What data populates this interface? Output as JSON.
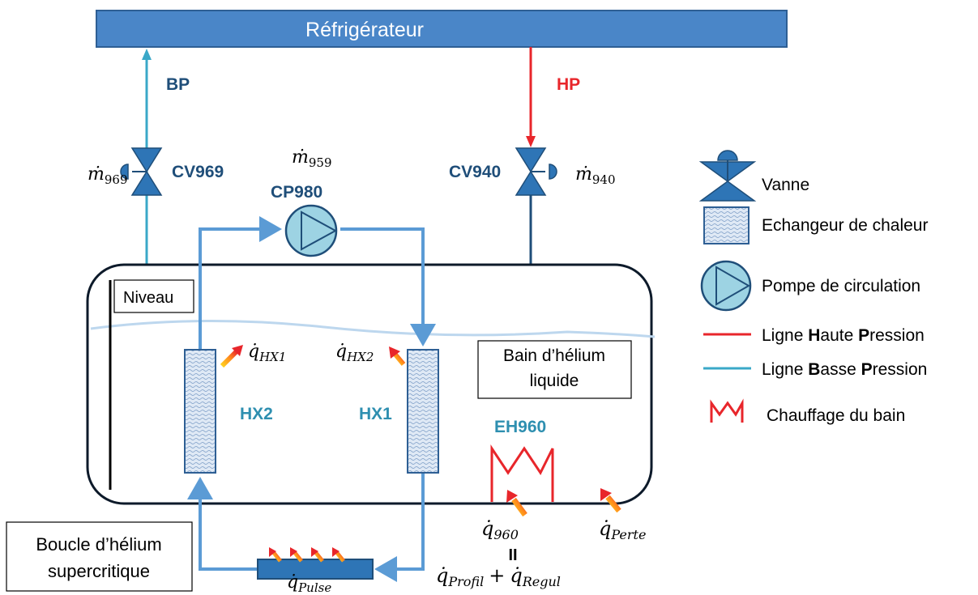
{
  "refrigerator": {
    "label": "Réfrigérateur"
  },
  "lines": {
    "low_pressure": "BP",
    "high_pressure": "HP"
  },
  "valves": {
    "cv969": {
      "tag": "CV969",
      "flow_base": "ṁ",
      "flow_sub": "969"
    },
    "cv940": {
      "tag": "CV940",
      "flow_base": "ṁ",
      "flow_sub": "940"
    }
  },
  "pump": {
    "tag": "CP980",
    "flow_base": "ṁ",
    "flow_sub": "959"
  },
  "bath": {
    "level_label": "Niveau",
    "label_line1": "Bain d’hélium",
    "label_line2": "liquide"
  },
  "exchangers": {
    "hx1": {
      "tag": "HX1",
      "heat_base": "q̇",
      "heat_sub": "HX2"
    },
    "hx2": {
      "tag": "HX2",
      "heat_base": "q̇",
      "heat_sub": "HX1"
    }
  },
  "heater": {
    "tag": "EH960",
    "heat_base": "q̇",
    "heat_sub": "960",
    "equals": "II",
    "sum_a_base": "q̇",
    "sum_a_sub": "Profil",
    "plus": "+",
    "sum_b_base": "q̇",
    "sum_b_sub": "Regul"
  },
  "loss": {
    "heat_base": "q̇",
    "heat_sub": "Perte"
  },
  "pulse": {
    "heat_base": "q̇",
    "heat_sub": "Pulse"
  },
  "loop": {
    "label_line1": "Boucle d’hélium",
    "label_line2": "supercritique"
  },
  "legend": {
    "valve": "Vanne",
    "exchanger": "Echangeur de chaleur",
    "pump": "Pompe de circulation",
    "hp_line_prefix": "Ligne ",
    "hp_line_b1": "H",
    "hp_line_m1": "aute ",
    "hp_line_b2": "P",
    "hp_line_m2": "ression",
    "bp_line_prefix": "Ligne ",
    "bp_line_b1": "B",
    "bp_line_m1": "asse ",
    "bp_line_b2": "P",
    "bp_line_m2": "ression",
    "heater": "Chauffage du bain"
  },
  "colors": {
    "refrigerator_fill": "#4a86c8",
    "dark_blue": "#1f4e79",
    "component_blue": "#2e75b6",
    "loop_pipe": "#5b9bd5",
    "bp_line": "#3aa8c8",
    "hp_line": "#e8262b",
    "teal_tag": "#2e8fb0",
    "pump_fill": "#9dd3e3",
    "liquid_surface": "#bdd7ee"
  }
}
